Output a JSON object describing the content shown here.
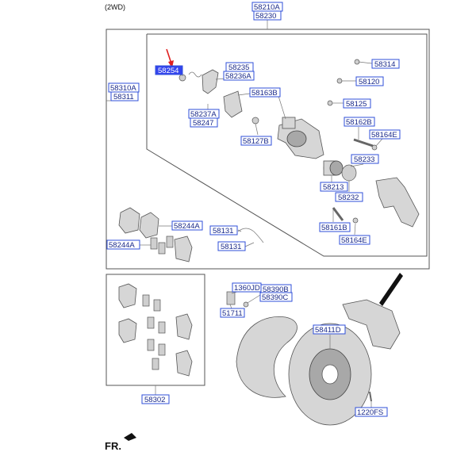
{
  "header": {
    "drive_label": "(2WD)"
  },
  "footer": {
    "front_label": "FR."
  },
  "parts": {
    "p58210a": "58210A",
    "p58230": "58230",
    "p58310a": "58310A",
    "p58311": "58311",
    "p58254": "58254",
    "p58235": "58235",
    "p58236a": "58236A",
    "p58237a": "58237A",
    "p58247": "58247",
    "p58163b": "58163B",
    "p58127b": "58127B",
    "p58314": "58314",
    "p58120": "58120",
    "p58125": "58125",
    "p58162b": "58162B",
    "p58164e_top": "58164E",
    "p58233": "58233",
    "p58213": "58213",
    "p58232": "58232",
    "p58161b": "58161B",
    "p58164e_bot": "58164E",
    "p58244a_top": "58244A",
    "p58244a_left": "58244A",
    "p58131_top": "58131",
    "p58131_bot": "58131",
    "p58302": "58302",
    "p1360jd": "1360JD",
    "p58390b": "58390B",
    "p58390c": "58390C",
    "p51711": "51711",
    "p58411d": "58411D",
    "p1220fs": "1220FS"
  },
  "colors": {
    "callout_border": "#2f4fd8",
    "highlight": "#3344ee",
    "arrow": "#e02020"
  }
}
